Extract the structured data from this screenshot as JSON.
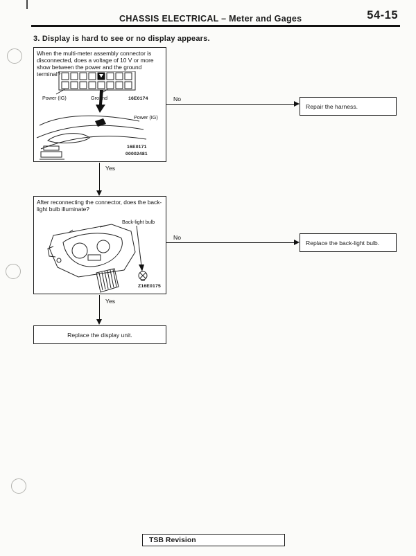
{
  "header": {
    "title": "CHASSIS ELECTRICAL – Meter and Gages",
    "page_number": "54-15"
  },
  "heading": "3. Display is hard to see or no display appears.",
  "step1": {
    "question": "When the multi-meter assembly connector is disconnected, does a voltage of 10 V or more show between the power and the ground terminal?",
    "label_power_top": "Power (IG)",
    "label_ground": "Ground",
    "code_connector": "16E0174",
    "label_power_bottom": "Power (IG)",
    "code_panel": "16E0171",
    "code_panel2": "00002481",
    "no": "No",
    "yes": "Yes",
    "no_action": "Repair the harness."
  },
  "step2": {
    "question": "After reconnecting the connector, does the back-light bulb illuminate?",
    "label_bulb": "Back-light bulb",
    "code": "Z16E0175",
    "no": "No",
    "yes": "Yes",
    "no_action": "Replace the back-light bulb."
  },
  "final_action": "Replace the display unit.",
  "footer": {
    "tsb": "TSB Revision"
  }
}
